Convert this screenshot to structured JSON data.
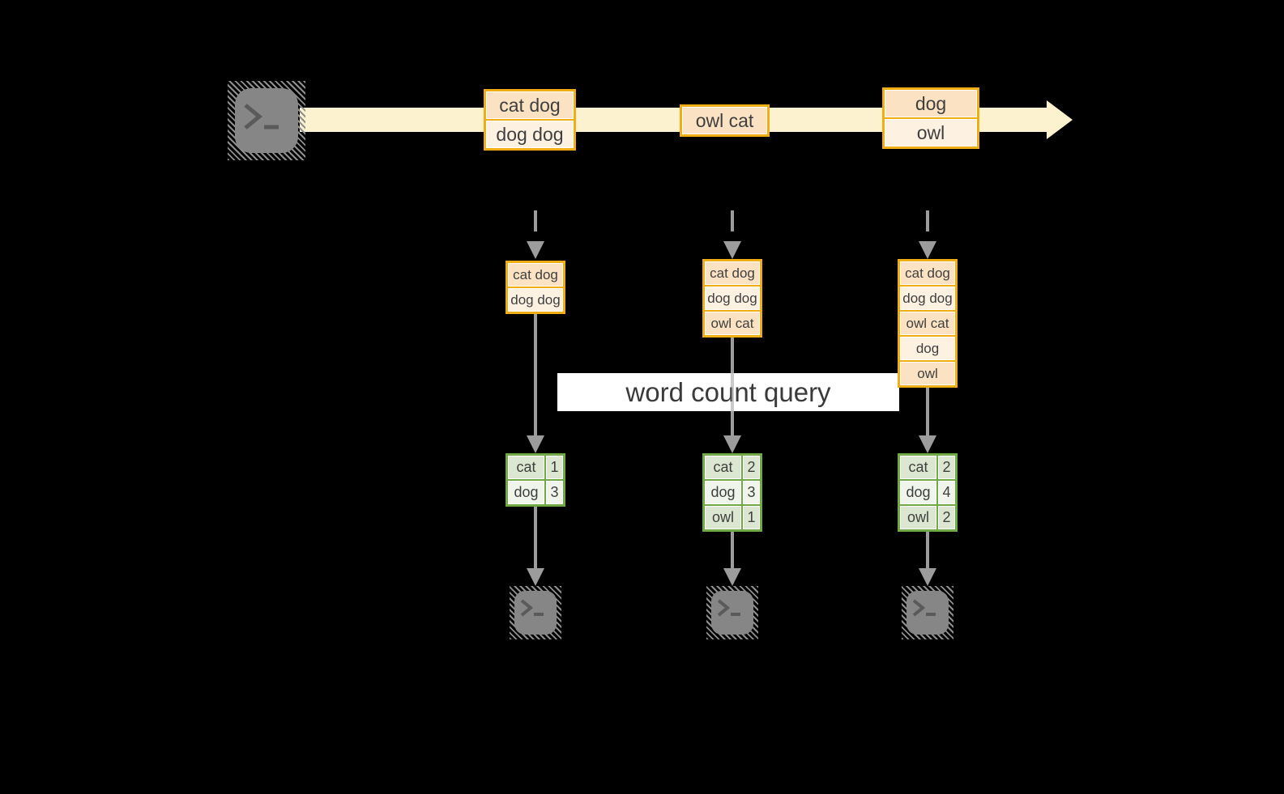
{
  "labels": {
    "query": "word count query"
  },
  "stream": {
    "batches": [
      {
        "lines": [
          "cat dog",
          "dog dog"
        ]
      },
      {
        "lines": [
          "owl cat"
        ]
      },
      {
        "lines": [
          "dog",
          "owl"
        ]
      }
    ]
  },
  "columns": [
    {
      "input": [
        "cat dog",
        "dog dog"
      ],
      "result": [
        {
          "word": "cat",
          "count": "1"
        },
        {
          "word": "dog",
          "count": "3"
        }
      ]
    },
    {
      "input": [
        "cat dog",
        "dog dog",
        "owl cat"
      ],
      "result": [
        {
          "word": "cat",
          "count": "2"
        },
        {
          "word": "dog",
          "count": "3"
        },
        {
          "word": "owl",
          "count": "1"
        }
      ]
    },
    {
      "input": [
        "cat dog",
        "dog dog",
        "owl cat",
        "dog",
        "owl"
      ],
      "result": [
        {
          "word": "cat",
          "count": "2"
        },
        {
          "word": "dog",
          "count": "4"
        },
        {
          "word": "owl",
          "count": "2"
        }
      ]
    }
  ],
  "colors": {
    "background": "#000000",
    "stream_band": "#fdf2d0",
    "box_border": "#f0ad14",
    "box_fill_dark": "#fae2c3",
    "box_fill_light": "#fdf1e2",
    "table_border": "#6faa46",
    "table_fill_dark": "#dbe7d0",
    "table_fill_light": "#f0f5eb",
    "arrow_gray": "#9c9c9c",
    "terminal_gray": "#868686",
    "text": "#3f3f3f"
  }
}
